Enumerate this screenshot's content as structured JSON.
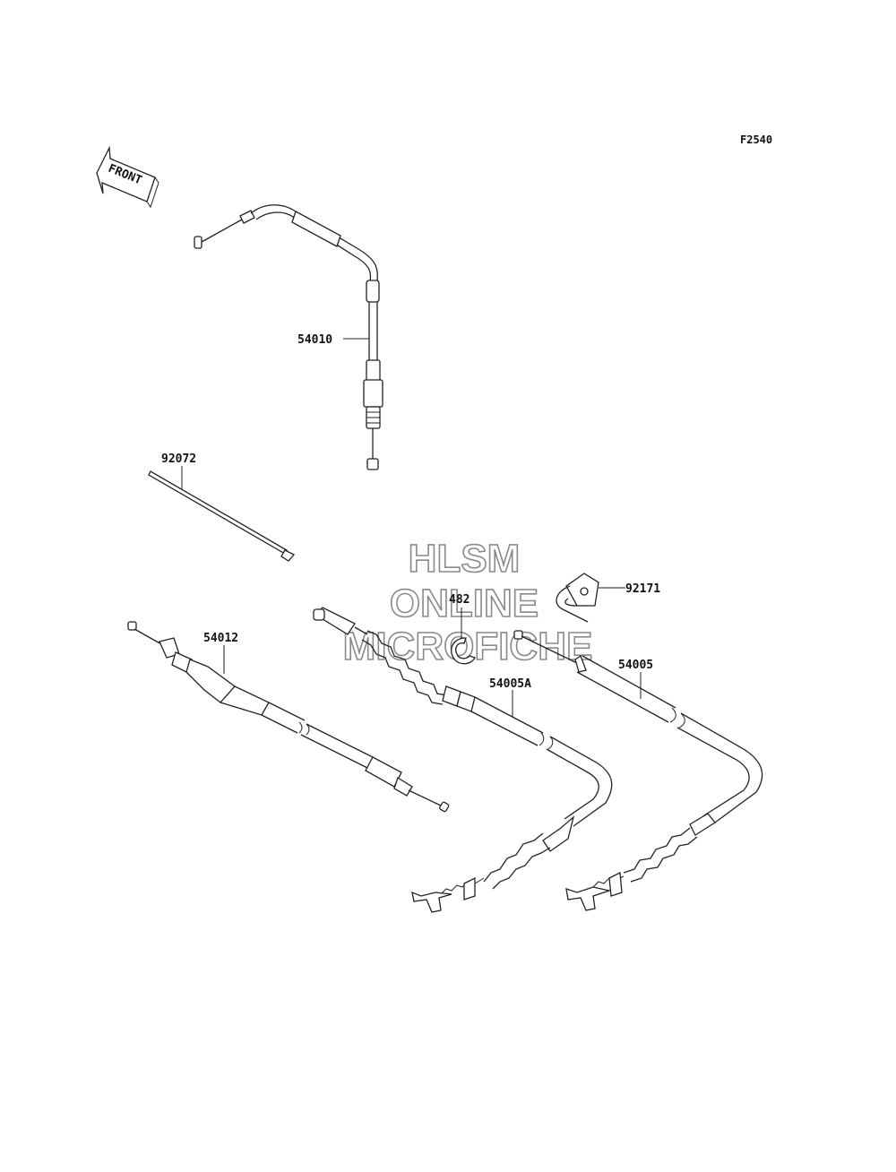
{
  "figure_code": "F2540",
  "front_arrow_label": "FRONT",
  "watermark": [
    "HLSM",
    "ONLINE",
    "MICROFICHE"
  ],
  "parts": [
    {
      "number": "54010"
    },
    {
      "number": "92072"
    },
    {
      "number": "54012"
    },
    {
      "number": "482"
    },
    {
      "number": "54005A"
    },
    {
      "number": "92171"
    },
    {
      "number": "54005"
    }
  ],
  "colors": {
    "line": "#222222",
    "background": "#ffffff",
    "watermark_outline": "#8a8a8a"
  }
}
